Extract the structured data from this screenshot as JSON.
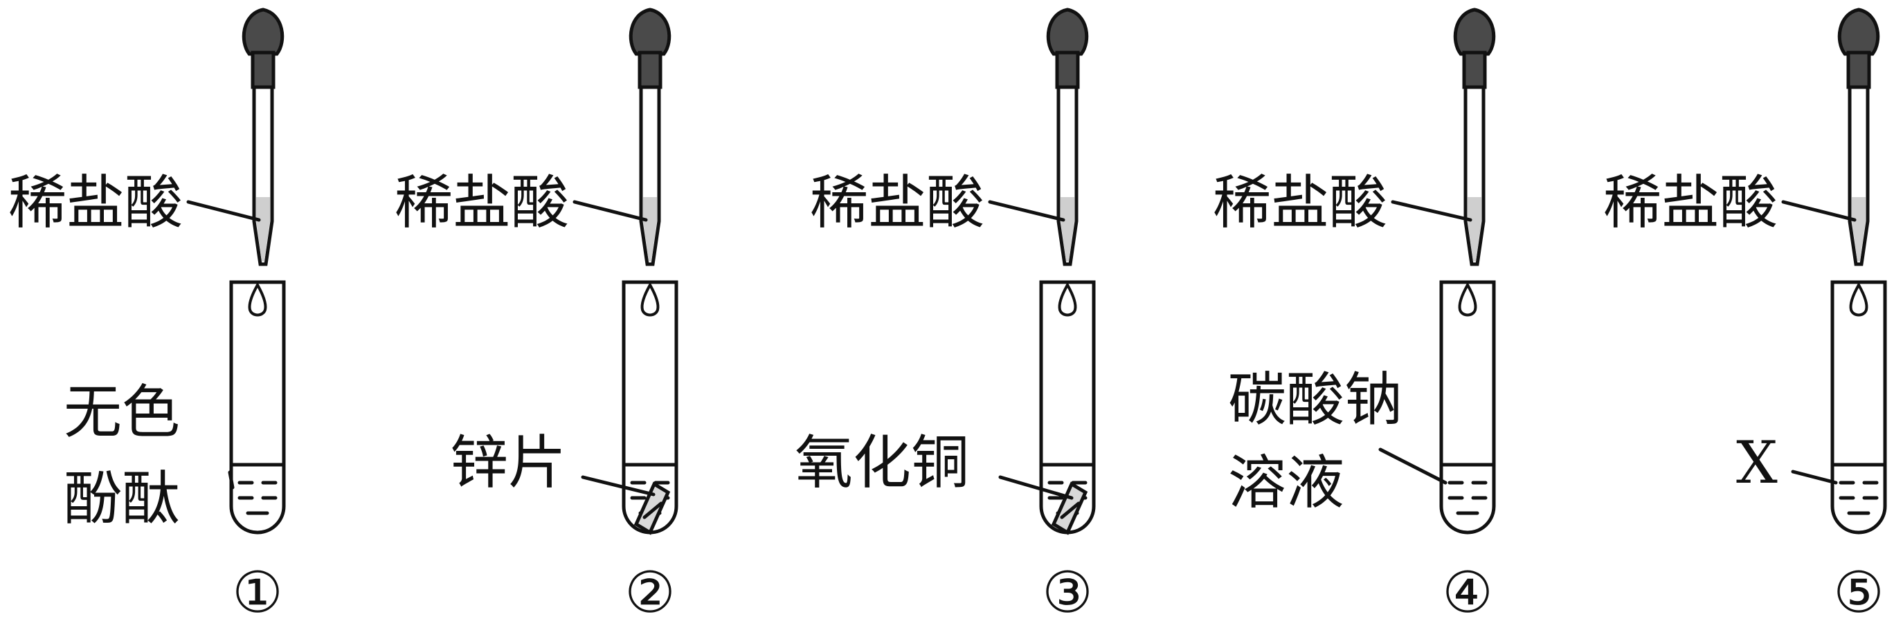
{
  "colors": {
    "ink": "#111111",
    "bulb": "#4a4a4a",
    "acid": "#cfcfcf",
    "solid_fill": "#d9d9d9",
    "background": "#ffffff"
  },
  "setups": [
    {
      "number": "①",
      "dropper_label": "稀盐酸",
      "reagent_lines": [
        "无色",
        "酚酞"
      ],
      "solid": false
    },
    {
      "number": "②",
      "dropper_label": "稀盐酸",
      "reagent_lines": [
        "锌片"
      ],
      "solid": true
    },
    {
      "number": "③",
      "dropper_label": "稀盐酸",
      "reagent_lines": [
        "氧化铜"
      ],
      "solid": true
    },
    {
      "number": "④",
      "dropper_label": "稀盐酸",
      "reagent_lines": [
        "碳酸钠",
        "溶液"
      ],
      "solid": false
    },
    {
      "number": "⑤",
      "dropper_label": "稀盐酸",
      "reagent_lines": [
        "X"
      ],
      "solid": false
    }
  ]
}
